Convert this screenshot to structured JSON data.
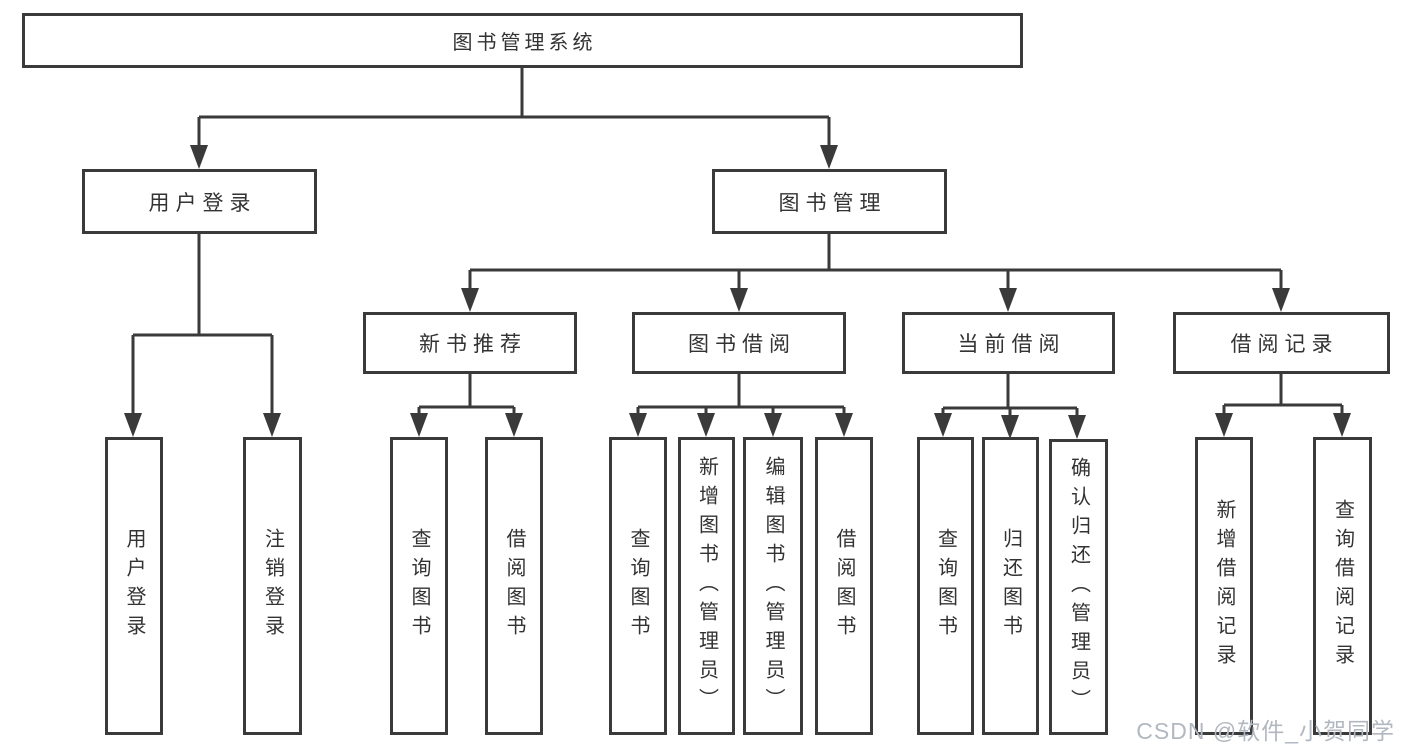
{
  "diagram": {
    "root": {
      "label": "图书管理系统"
    },
    "branches": [
      {
        "label": "用户登录",
        "children": [
          {
            "label": "用户登录"
          },
          {
            "label": "注销登录"
          }
        ]
      },
      {
        "label": "图书管理",
        "children": [
          {
            "label": "新书推荐",
            "children": [
              {
                "label": "查询图书"
              },
              {
                "label": "借阅图书"
              }
            ]
          },
          {
            "label": "图书借阅",
            "children": [
              {
                "label": "查询图书"
              },
              {
                "label": "新增图书（管理员）"
              },
              {
                "label": "编辑图书（管理员）"
              },
              {
                "label": "借阅图书"
              }
            ]
          },
          {
            "label": "当前借阅",
            "children": [
              {
                "label": "查询图书"
              },
              {
                "label": "归还图书"
              },
              {
                "label": "确认归还（管理员）"
              }
            ]
          },
          {
            "label": "借阅记录",
            "children": [
              {
                "label": "新增借阅记录"
              },
              {
                "label": "查询借阅记录"
              }
            ]
          }
        ]
      }
    ]
  },
  "watermark": {
    "text": "CSDN @软件_小贺同学"
  },
  "colors": {
    "line": "#3a3a3a",
    "text": "#333333",
    "watermark": "#b2b8c0",
    "background": "#ffffff"
  }
}
